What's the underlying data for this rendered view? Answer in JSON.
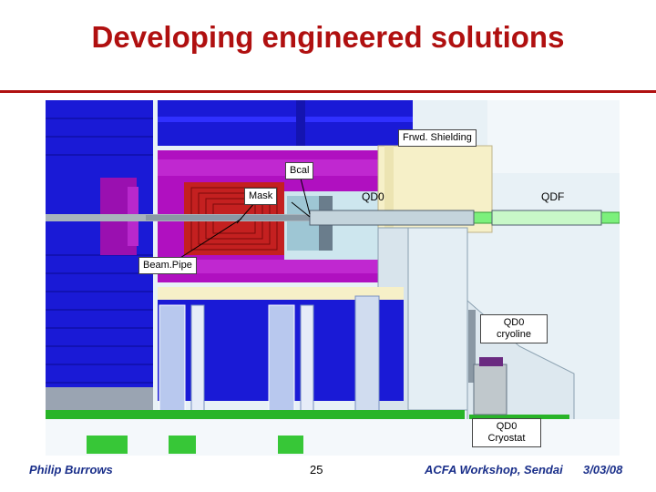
{
  "slide": {
    "title": "Developing engineered solutions"
  },
  "labels": {
    "frwd_shielding": "Frwd. Shielding",
    "bcal": "Bcal",
    "mask": "Mask",
    "qd0": "QD0",
    "qdf": "QDF",
    "beampipe": "Beam.Pipe",
    "qd0_cryoline_1": "QD0",
    "qd0_cryoline_2": "cryoline",
    "qd0_cryostat_1": "QD0",
    "qd0_cryostat_2": "Cryostat"
  },
  "footer": {
    "author": "Philip Burrows",
    "page": "25",
    "event": "ACFA Workshop, Sendai",
    "date": "3/03/08"
  },
  "colors": {
    "title": "#b01010",
    "footer": "#1a2f8a",
    "detector_blue": "#1a1ad6",
    "magenta": "#b010c0",
    "red_core": "#c42020",
    "shield_cream": "#f6f0c8",
    "support_gray": "#d8e4ec",
    "beamline_green": "#7cf07c",
    "background_blue": "#e8f1f6"
  }
}
